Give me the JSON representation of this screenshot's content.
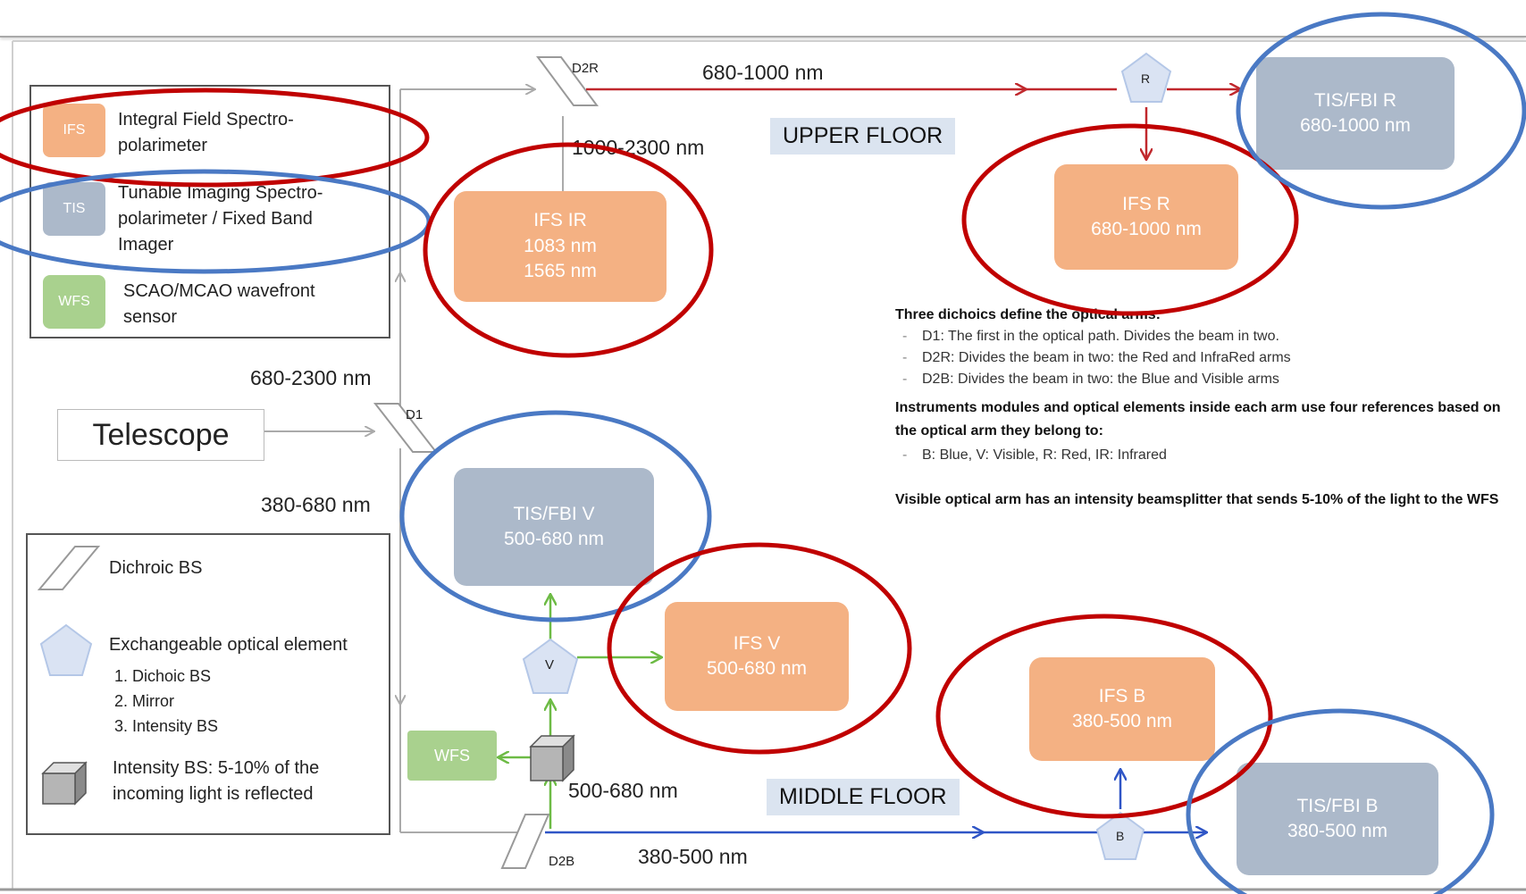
{
  "legend_top": {
    "items": [
      {
        "swatch": "IFS",
        "text": "Integral Field Spectro-polarimeter"
      },
      {
        "swatch": "TIS",
        "text": "Tunable Imaging Spectro-polarimeter / Fixed Band Imager"
      },
      {
        "swatch": "WFS",
        "text": "SCAO/MCAO wavefront sensor"
      }
    ]
  },
  "legend_bottom": {
    "dichroic": "Dichroic BS",
    "exchangeable": "Exchangeable optical element",
    "options": [
      "Dichoic BS",
      "Mirror",
      "Intensity BS"
    ],
    "intensity": "Intensity BS: 5-10% of the incoming light is reflected"
  },
  "telescope": "Telescope",
  "elements": {
    "d1": "D1",
    "d2r": "D2R",
    "d2b": "D2B",
    "r": "R",
    "v": "V",
    "b": "B"
  },
  "wavelengths": {
    "w680_1000": "680-1000 nm",
    "w1000_2300": "1000-2300 nm",
    "w680_2300": "680-2300 nm",
    "w380_680": "380-680 nm",
    "w500_680": "500-680 nm",
    "w380_500": "380-500 nm"
  },
  "floors": {
    "upper": "UPPER FLOOR",
    "middle": "MIDDLE FLOOR"
  },
  "modules": {
    "ifs_ir": {
      "name": "IFS IR",
      "l1": "1083 nm",
      "l2": "1565 nm"
    },
    "ifs_r": {
      "name": "IFS R",
      "range": "680-1000 nm"
    },
    "tis_r": {
      "name": "TIS/FBI R",
      "range": "680-1000 nm"
    },
    "tis_v": {
      "name": "TIS/FBI V",
      "range": "500-680 nm"
    },
    "ifs_v": {
      "name": "IFS V",
      "range": "500-680 nm"
    },
    "ifs_b": {
      "name": "IFS B",
      "range": "380-500 nm"
    },
    "tis_b": {
      "name": "TIS/FBI B",
      "range": "380-500 nm"
    },
    "wfs": "WFS"
  },
  "notes": {
    "heading1": "Three dichoics define the optical arms:",
    "bullets1": [
      "D1: The first in the optical path. Divides the beam in two.",
      "D2R: Divides the beam in two: the Red and InfraRed arms",
      "D2B: Divides the beam in two: the Blue and Visible arms"
    ],
    "heading2": "Instruments modules and optical elements inside each arm use four references based on the optical arm they belong to:",
    "bullets2": [
      "B: Blue, V: Visible, R: Red, IR: Infrared"
    ],
    "heading3": "Visible optical arm has an intensity beamsplitter that sends 5-10% of the light to the WFS"
  },
  "colors": {
    "orange": "#f4b183",
    "slate": "#acb9ca",
    "green": "#a9d18e",
    "red_path": "#c0282d",
    "blue_path": "#2f55c6",
    "green_path": "#6dbb45",
    "red_ellipse": "#c00000",
    "blue_ellipse": "#4a79c4"
  }
}
